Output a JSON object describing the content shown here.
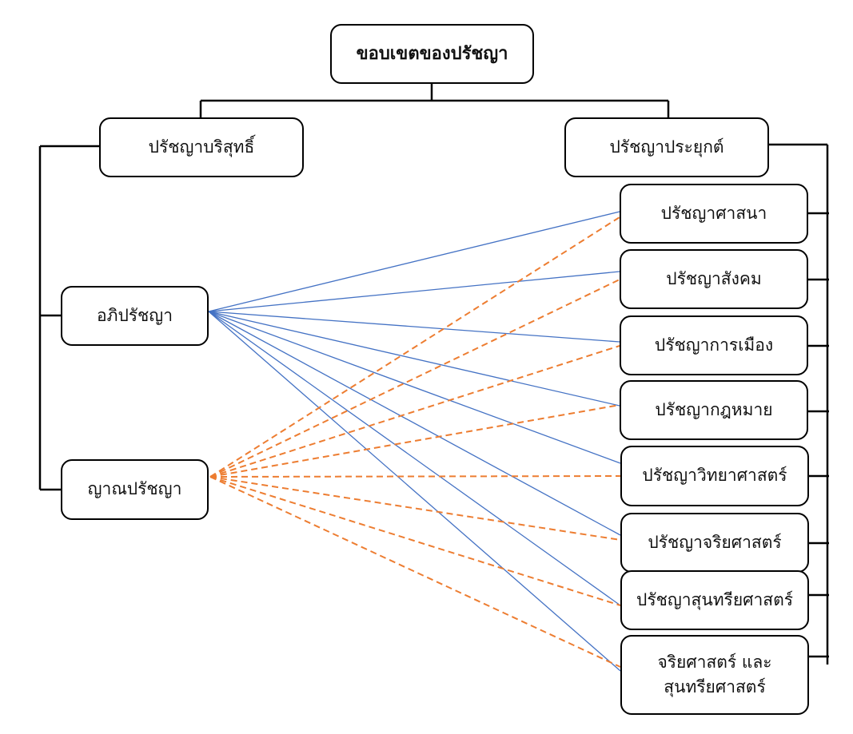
{
  "title": "ขอบเขตของปรัชญา",
  "branches": {
    "pure": "ปรัชญาบริสุทธิ์",
    "applied": "ปรัชญาประยุกต์"
  },
  "pure_children": [
    "อภิปรัชญา",
    "ญาณปรัชญา"
  ],
  "applied_children": [
    "ปรัชญาศาสนา",
    "ปรัชญาสังคม",
    "ปรัชญาการเมือง",
    "ปรัชญากฎหมาย",
    "ปรัชญาวิทยาศาสตร์",
    "ปรัชญาจริยศาสตร์",
    "ปรัชญาสุนทรียศาสตร์",
    "จริยศาสตร์ และ สุนทรียศาสตร์"
  ],
  "applied_children_lines": {
    "7": [
      "จริยศาสตร์ และ",
      "สุนทรียศาสตร์"
    ]
  },
  "link_styles": {
    "metaphysics": {
      "color": "#4472c4",
      "style": "solid"
    },
    "epistemology": {
      "color": "#ed7d31",
      "style": "dashed"
    }
  },
  "links": {
    "metaphysics_to": [
      0,
      1,
      2,
      3,
      4,
      5,
      6,
      7
    ],
    "epistemology_to": [
      0,
      1,
      2,
      3,
      4,
      5,
      6,
      7
    ]
  }
}
